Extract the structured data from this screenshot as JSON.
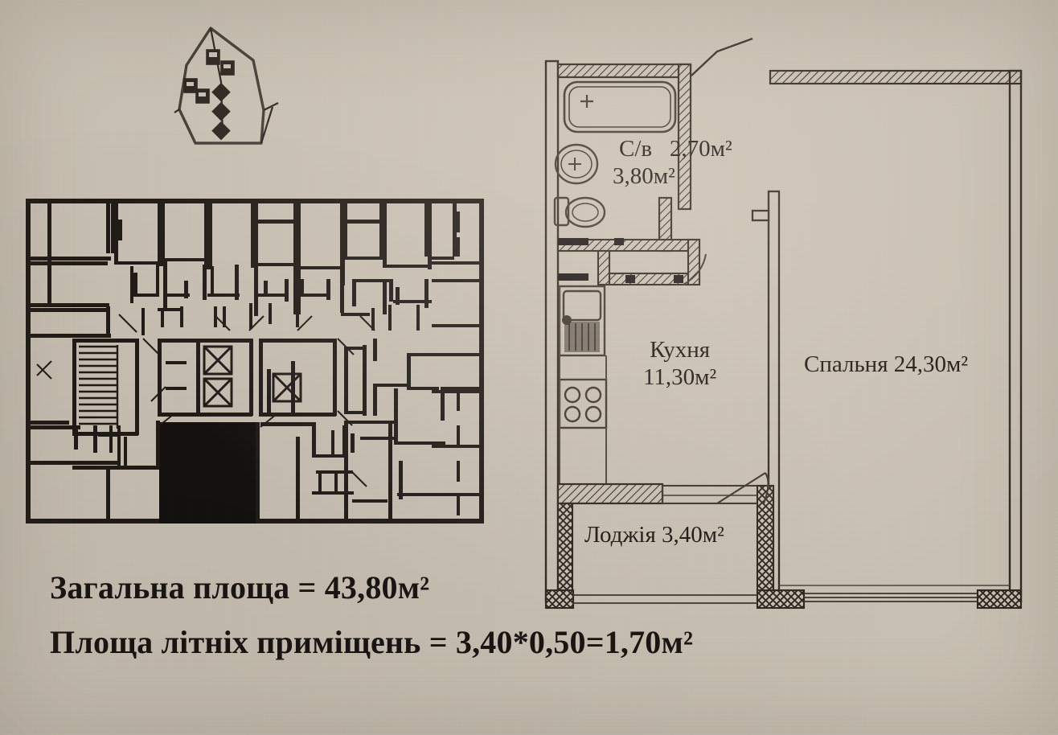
{
  "document": {
    "type": "apartment-floor-plan",
    "language": "uk",
    "background_color": "#c9c1b3",
    "ink_color": "#171310"
  },
  "summary": {
    "total_area_label": "Загальна площа = 43,80м²",
    "summer_area_label": "Площа літніх приміщень = 3,40*0,50=1,70м²",
    "total_area_value": "43,80",
    "summer_area_value": "1,70",
    "unit": "м²"
  },
  "unit_plan": {
    "rooms": [
      {
        "id": "bathroom",
        "name_line1": "С/в",
        "area_line1": "2,70м²",
        "area_line2": "3,80м²",
        "name": "С/в",
        "area": "2,70"
      },
      {
        "id": "kitchen",
        "name": "Кухня",
        "area_text": "11,30м²",
        "area": "11,30"
      },
      {
        "id": "bedroom",
        "name": "Спальня",
        "area_text": "24,30м²",
        "area": "24,30",
        "label": "Спальня 24,30м²"
      },
      {
        "id": "loggia",
        "name": "Лоджія",
        "area_text": "3,40м²",
        "area": "3,40",
        "label": "Лоджія 3,40м²"
      }
    ],
    "fixtures": [
      "bathtub",
      "washbasin",
      "toilet",
      "kitchen-sink",
      "cooktop-4-burner"
    ]
  },
  "key_plan": {
    "description": "building-floor-key-plan",
    "highlight": "subject-apartment-filled-black"
  },
  "site_plan": {
    "description": "site-location-key-diagram"
  }
}
